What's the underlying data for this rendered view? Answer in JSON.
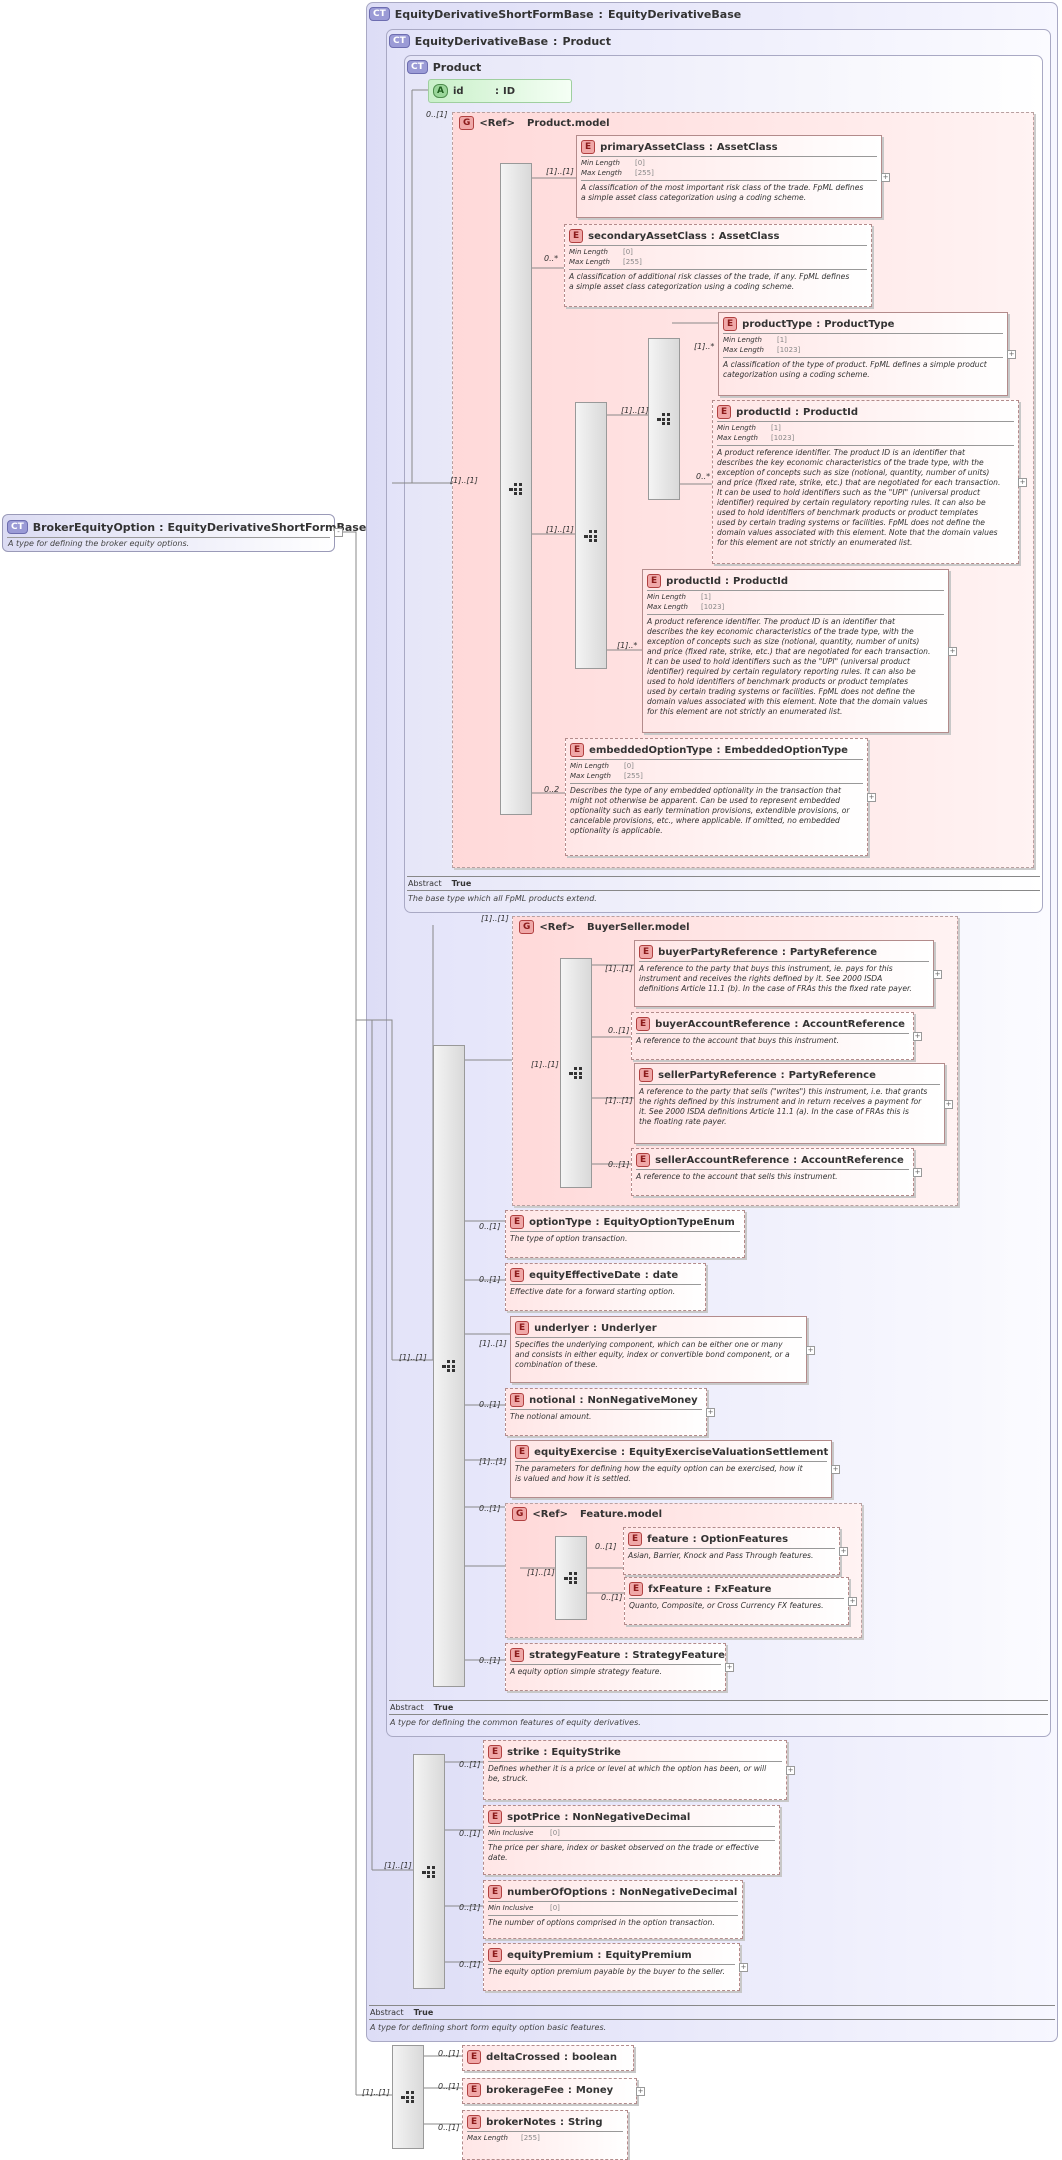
{
  "root": {
    "badge": "CT",
    "name": "BrokerEquityOption",
    "type": "EquityDerivativeShortFormBase",
    "desc": "A type for defining the broker equity options."
  },
  "ct_shortform": {
    "badge": "CT",
    "name": "EquityDerivativeShortFormBase",
    "type": "EquityDerivativeBase",
    "abstract_label": "Abstract",
    "abstract_value": "True",
    "desc": "A type for defining short form equity option basic features."
  },
  "ct_base": {
    "badge": "CT",
    "name": "EquityDerivativeBase",
    "type": "Product",
    "abstract_label": "Abstract",
    "abstract_value": "True",
    "desc": "A type for defining the common features of equity derivatives."
  },
  "ct_product": {
    "badge": "CT",
    "name": "Product",
    "abstract_label": "Abstract",
    "abstract_value": "True",
    "desc": "The base type which all FpML products extend."
  },
  "attr_id": {
    "badge": "A",
    "name": "id",
    "type": "ID"
  },
  "g_product": {
    "badge": "G",
    "ref": "<Ref>",
    "name": "Product.model"
  },
  "g_buyerseller": {
    "badge": "G",
    "ref": "<Ref>",
    "name": "BuyerSeller.model"
  },
  "g_feature": {
    "badge": "G",
    "ref": "<Ref>",
    "name": "Feature.model"
  },
  "facet_labels": {
    "min_length": "Min Length",
    "max_length": "Max Length",
    "min_inclusive": "Min Inclusive"
  },
  "elements": {
    "primaryAssetClass": {
      "badge": "E",
      "name": "primaryAssetClass",
      "type": "AssetClass",
      "min": "[0]",
      "max": "[255]",
      "desc": [
        "A classification of the most important risk class of the trade. FpML defines",
        "a simple asset class categorization using a coding scheme."
      ]
    },
    "secondaryAssetClass": {
      "badge": "E",
      "name": "secondaryAssetClass",
      "type": "AssetClass",
      "min": "[0]",
      "max": "[255]",
      "desc": [
        "A classification of additional risk classes of the trade, if any. FpML defines",
        "a simple asset class categorization using a coding scheme."
      ]
    },
    "productType": {
      "badge": "E",
      "name": "productType",
      "type": "ProductType",
      "min": "[1]",
      "max": "[1023]",
      "desc": [
        "A classification of the type of product. FpML defines a simple product",
        "categorization using a coding scheme."
      ]
    },
    "productId1": {
      "badge": "E",
      "name": "productId",
      "type": "ProductId",
      "min": "[1]",
      "max": "[1023]",
      "desc": [
        "A product reference identifier. The product ID is an identifier that",
        "describes the key economic characteristics of the trade type, with the",
        "exception of concepts such as size (notional, quantity, number of units)",
        "and price (fixed rate, strike, etc.) that are negotiated for each transaction.",
        "It can be used to hold identifiers such as the \"UPI\" (universal product",
        "identifier) required by certain regulatory reporting rules. It can also be",
        "used to hold identifiers of benchmark products or product templates",
        "used by certain trading systems or facilities. FpML does not define the",
        "domain values associated with this element. Note that the domain values",
        "for this element are not strictly an enumerated list."
      ]
    },
    "productId2": {
      "badge": "E",
      "name": "productId",
      "type": "ProductId",
      "min": "[1]",
      "max": "[1023]",
      "desc": [
        "A product reference identifier. The product ID is an identifier that",
        "describes the key economic characteristics of the trade type, with the",
        "exception of concepts such as size (notional, quantity, number of units)",
        "and price (fixed rate, strike, etc.) that are negotiated for each transaction.",
        "It can be used to hold identifiers such as the \"UPI\" (universal product",
        "identifier) required by certain regulatory reporting rules. It can also be",
        "used to hold identifiers of benchmark products or product templates",
        "used by certain trading systems or facilities. FpML does not define the",
        "domain values associated with this element. Note that the domain values",
        "for this element are not strictly an enumerated list."
      ]
    },
    "embeddedOptionType": {
      "badge": "E",
      "name": "embeddedOptionType",
      "type": "EmbeddedOptionType",
      "min": "[0]",
      "max": "[255]",
      "desc": [
        "Describes the type of any embedded optionality in the transaction that",
        "might not otherwise be apparent. Can be used to represent embedded",
        "optionality such as early termination provisions, extendible provisions, or",
        "cancelable provisions, etc., where applicable. If omitted, no embedded",
        "optionality is applicable."
      ]
    },
    "buyerPartyReference": {
      "badge": "E",
      "name": "buyerPartyReference",
      "type": "PartyReference",
      "desc": [
        "A reference to the party that buys this instrument, ie. pays for this",
        "instrument and receives the rights defined by it. See 2000 ISDA",
        "definitions Article 11.1 (b). In the case of FRAs this the fixed rate payer."
      ]
    },
    "buyerAccountReference": {
      "badge": "E",
      "name": "buyerAccountReference",
      "type": "AccountReference",
      "desc": [
        "A reference to the account that buys this instrument."
      ]
    },
    "sellerPartyReference": {
      "badge": "E",
      "name": "sellerPartyReference",
      "type": "PartyReference",
      "desc": [
        "A reference to the party that sells (\"writes\") this instrument, i.e. that grants",
        "the rights defined by this instrument and in return receives a payment for",
        "it. See 2000 ISDA definitions Article 11.1 (a). In the case of FRAs this is",
        "the floating rate payer."
      ]
    },
    "sellerAccountReference": {
      "badge": "E",
      "name": "sellerAccountReference",
      "type": "AccountReference",
      "desc": [
        "A reference to the account that sells this instrument."
      ]
    },
    "optionType": {
      "badge": "E",
      "name": "optionType",
      "type": "EquityOptionTypeEnum",
      "desc": [
        "The type of option transaction."
      ]
    },
    "equityEffectiveDate": {
      "badge": "E",
      "name": "equityEffectiveDate",
      "type": "date",
      "desc": [
        "Effective date for a forward starting option."
      ]
    },
    "underlyer": {
      "badge": "E",
      "name": "underlyer",
      "type": "Underlyer",
      "desc": [
        "Specifies the underlying component, which can be either one or many",
        "and consists in either equity, index or convertible bond component, or a",
        "combination of these."
      ]
    },
    "notional": {
      "badge": "E",
      "name": "notional",
      "type": "NonNegativeMoney",
      "desc": [
        "The notional amount."
      ]
    },
    "equityExercise": {
      "badge": "E",
      "name": "equityExercise",
      "type": "EquityExerciseValuationSettlement",
      "desc": [
        "The parameters for defining how the equity option can be exercised, how it",
        "is valued and how it is settled."
      ]
    },
    "feature": {
      "badge": "E",
      "name": "feature",
      "type": "OptionFeatures",
      "desc": [
        "Asian, Barrier, Knock and Pass Through features."
      ]
    },
    "fxFeature": {
      "badge": "E",
      "name": "fxFeature",
      "type": "FxFeature",
      "desc": [
        "Quanto, Composite, or Cross Currency FX features."
      ]
    },
    "strategyFeature": {
      "badge": "E",
      "name": "strategyFeature",
      "type": "StrategyFeature",
      "desc": [
        "A equity option simple strategy feature."
      ]
    },
    "strike": {
      "badge": "E",
      "name": "strike",
      "type": "EquityStrike",
      "desc": [
        "Defines whether it is a price or level at which the option has been, or will",
        "be, struck."
      ]
    },
    "spotPrice": {
      "badge": "E",
      "name": "spotPrice",
      "type": "NonNegativeDecimal",
      "mininc": "[0]",
      "desc": [
        "The price per share, index or basket observed on the trade or effective",
        "date."
      ]
    },
    "numberOfOptions": {
      "badge": "E",
      "name": "numberOfOptions",
      "type": "NonNegativeDecimal",
      "mininc": "[0]",
      "desc": [
        "The number of options comprised in the option transaction."
      ]
    },
    "equityPremium": {
      "badge": "E",
      "name": "equityPremium",
      "type": "EquityPremium",
      "desc": [
        "The equity option premium payable by the buyer to the seller."
      ]
    },
    "deltaCrossed": {
      "badge": "E",
      "name": "deltaCrossed",
      "type": "boolean",
      "desc": []
    },
    "brokerageFee": {
      "badge": "E",
      "name": "brokerageFee",
      "type": "Money",
      "desc": []
    },
    "brokerNotes": {
      "badge": "E",
      "name": "brokerNotes",
      "type": "String",
      "max": "[255]",
      "desc": []
    }
  },
  "cardinalities": {
    "id": "0..[1]",
    "g_product": "[1]..[1]",
    "primaryAssetClass": "[1]..[1]",
    "secondaryAssetClass": "0..*",
    "choice_product": "[1]..[1]",
    "seq_pt": "[1]..[1]",
    "productType": "[1]..*",
    "productId1": "0..*",
    "productId2": "[1]..*",
    "embeddedOptionType": "0..2",
    "g_buyerseller": "[1]..[1]",
    "seq_bs": "[1]..[1]",
    "buyerPartyReference": "[1]..[1]",
    "buyerAccountReference": "0..[1]",
    "sellerPartyReference": "[1]..[1]",
    "sellerAccountReference": "0..[1]",
    "seq_base": "[1]..[1]",
    "optionType": "0..[1]",
    "equityEffectiveDate": "0..[1]",
    "underlyer": "[1]..[1]",
    "notional": "0..[1]",
    "equityExercise": "[1]..[1]",
    "g_feature": "0..[1]",
    "seq_feat": "[1]..[1]",
    "feature": "0..[1]",
    "fxFeature": "0..[1]",
    "strategyFeature": "0..[1]",
    "seq_short": "[1]..[1]",
    "strike": "0..[1]",
    "spotPrice": "0..[1]",
    "numberOfOptions": "0..[1]",
    "equityPremium": "0..[1]",
    "seq_broker": "[1]..[1]",
    "deltaCrossed": "0..[1]",
    "brokerageFee": "0..[1]",
    "brokerNotes": "0..[1]"
  },
  "colors": {
    "ct_border": "#a9a9c4",
    "element_fill": "#ffe6e6",
    "group_fill": "#ffd9d9",
    "attribute_fill": "#c9f0c9"
  }
}
